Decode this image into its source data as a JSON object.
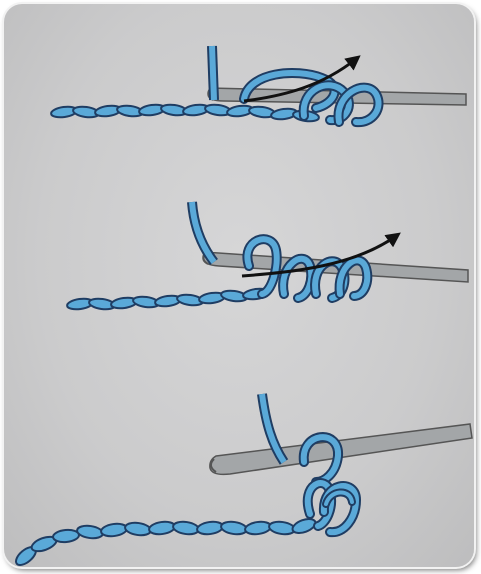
{
  "figure": {
    "panels": [
      {
        "id": "step-1",
        "arrow_direction": "up-right"
      },
      {
        "id": "step-2",
        "arrow_direction": "up-right"
      },
      {
        "id": "step-3",
        "arrow_direction": "none"
      }
    ]
  },
  "colors": {
    "yarn_fill": "#5aa9d8",
    "yarn_outline": "#1f3d63",
    "hook_fill": "#a3a6a8",
    "hook_outline": "#555555",
    "arrow": "#111111",
    "background": "#cfcfd0"
  }
}
